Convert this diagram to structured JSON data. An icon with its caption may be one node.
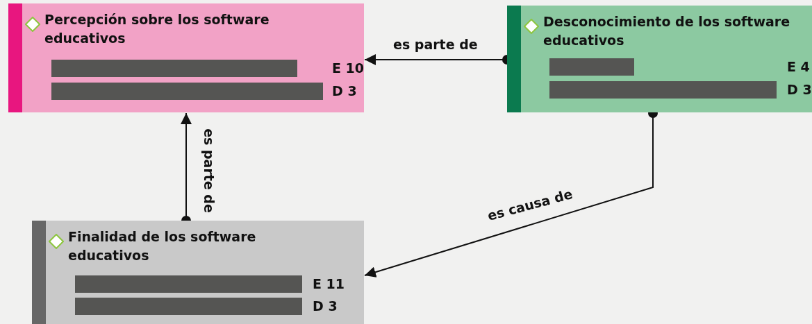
{
  "diagram": {
    "nodes": [
      {
        "text": [
          "Percepción sobre los software educativos",
          "E 10",
          "D 3"
        ]
      },
      {
        "text": [
          "Desconocimiento de los software educativos",
          "E 4",
          "D 3"
        ]
      },
      {
        "text": [
          "Finalidad de los software educativos",
          "E 11",
          "D 3"
        ]
      }
    ],
    "edges": [
      {
        "from": 1,
        "to": 0,
        "label": "es parte de",
        "arrow": "to"
      },
      {
        "from": 2,
        "to": 0,
        "label": "es parte de",
        "arrow": "to"
      },
      {
        "from": 1,
        "to": 2,
        "label": "es causa de",
        "arrow": "to"
      }
    ]
  }
}
